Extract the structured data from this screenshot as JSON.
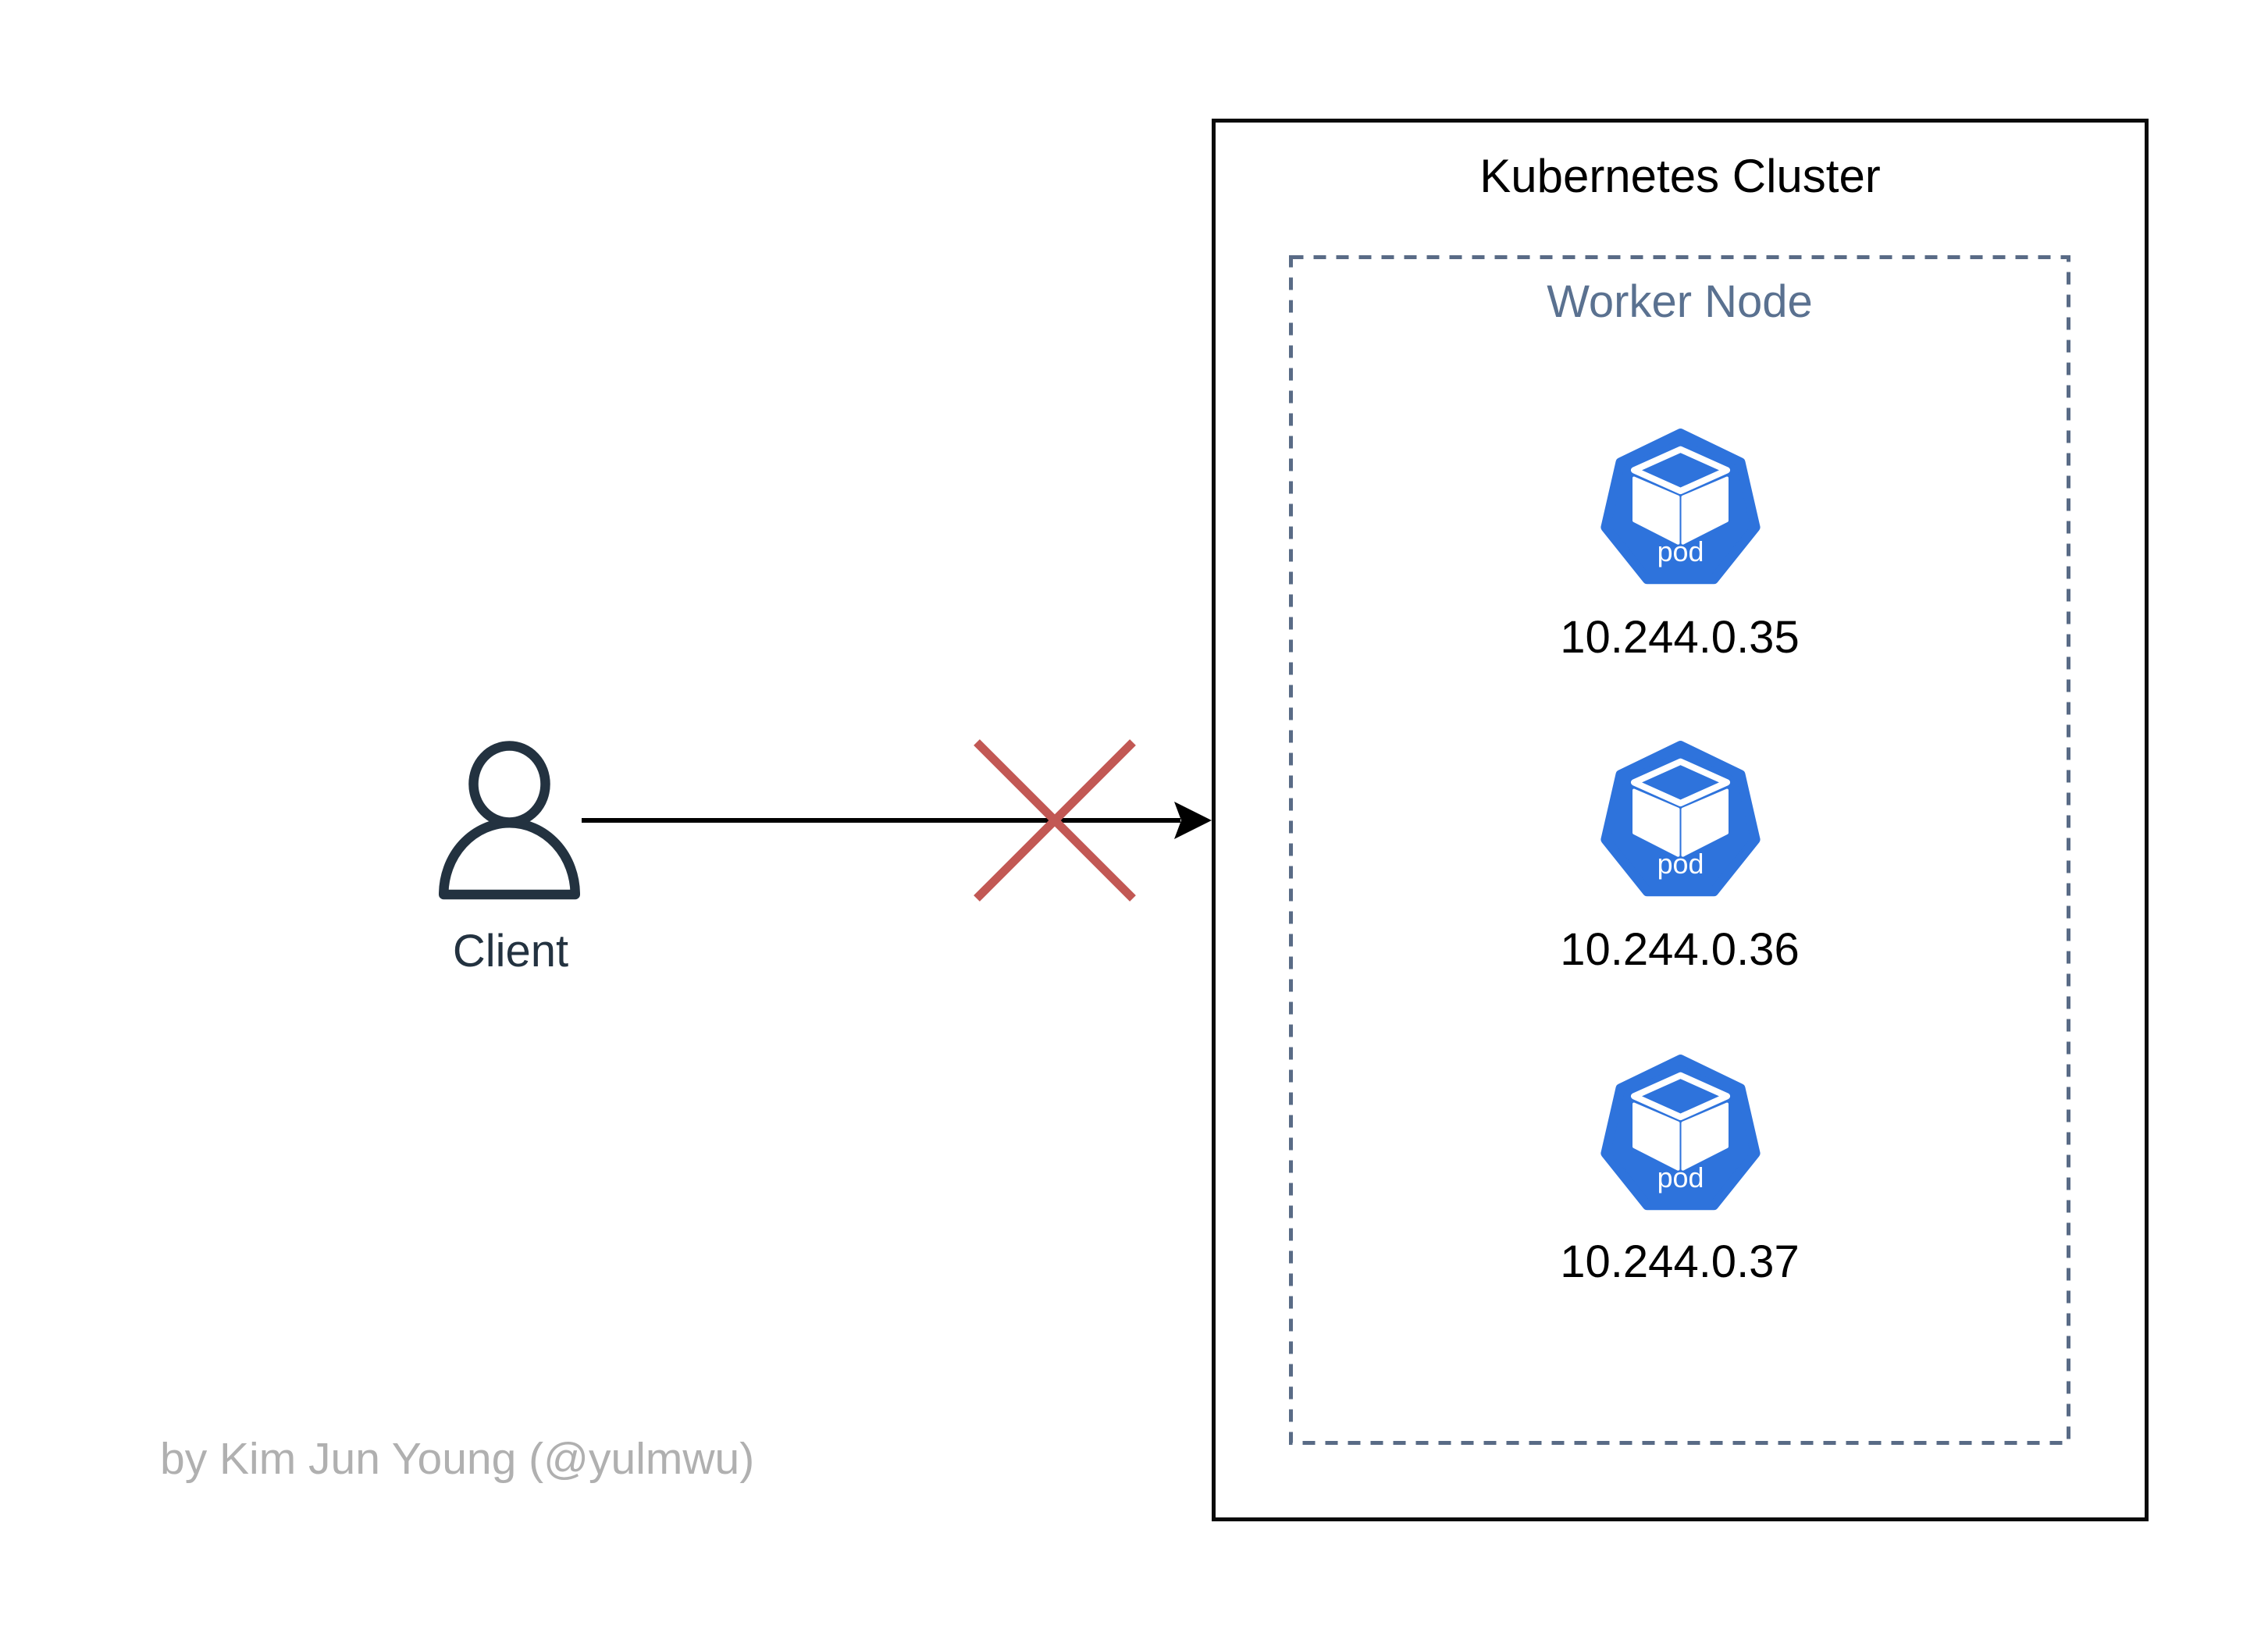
{
  "diagram": {
    "attribution": "by Kim Jun Young (@yulmwu)",
    "client": {
      "label": "Client"
    },
    "connection": {
      "state": "blocked"
    },
    "cluster": {
      "title": "Kubernetes Cluster",
      "worker_node": {
        "title": "Worker Node",
        "pod_icon_label": "pod",
        "pods": [
          {
            "ip": "10.244.0.35"
          },
          {
            "ip": "10.244.0.36"
          },
          {
            "ip": "10.244.0.37"
          }
        ]
      }
    },
    "colors": {
      "pod_blue": "#2e73dc",
      "blocked_x_red": "#c25854",
      "client_ink": "#233240",
      "worker_node_slate": "#5a7190",
      "worker_border_slate": "#596b86",
      "attribution_gray": "#b0b0b0",
      "arrow_black": "#000000",
      "cluster_border_black": "#0a0a0a"
    }
  }
}
